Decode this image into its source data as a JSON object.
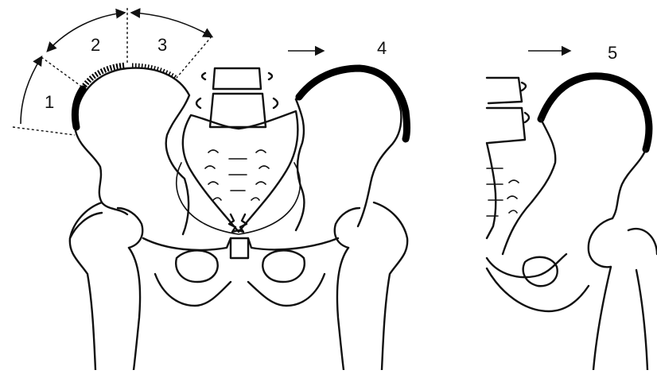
{
  "labels": {
    "zone_1": "1",
    "zone_2": "2",
    "zone_3": "3",
    "zone_4": "4",
    "zone_5": "5"
  },
  "colors": {
    "ink": "#111111",
    "background": "#ffffff"
  }
}
